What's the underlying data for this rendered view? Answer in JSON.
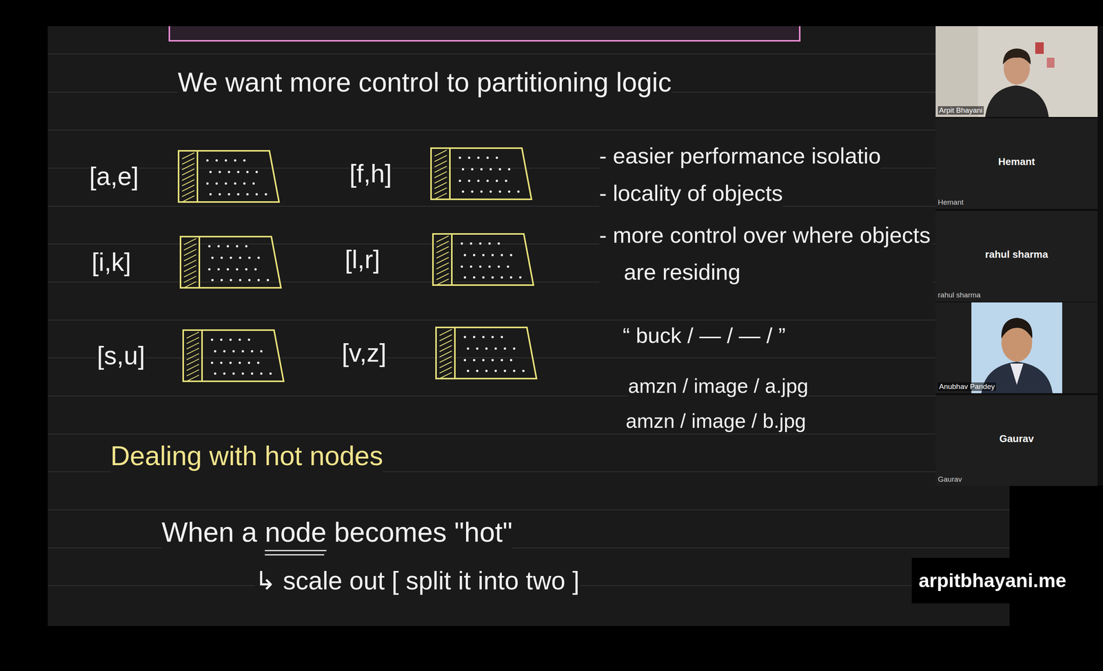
{
  "diagram": {
    "nodes": [
      {
        "text": [
          "[a,e]"
        ]
      },
      {
        "text": [
          "[f,h]"
        ]
      },
      {
        "text": [
          "[i,k]"
        ]
      },
      {
        "text": [
          "[l,r]"
        ]
      },
      {
        "text": [
          "[s,u]"
        ]
      },
      {
        "text": [
          "[v,z]"
        ]
      },
      {
        "text": [
          "Arpit Bhayani"
        ]
      },
      {
        "text": [
          "Hemant",
          "Hemant"
        ]
      },
      {
        "text": [
          "rahul sharma",
          "rahul sharma"
        ]
      },
      {
        "text": [
          "Anubhav Pandey"
        ]
      },
      {
        "text": [
          "Gaurav",
          "Gaurav"
        ]
      },
      {
        "text": [
          "arpitbhayani.me"
        ]
      }
    ],
    "labels": [
      "We want more control to partitioning logic",
      "- easier performance isolatio",
      "- locality of objects",
      "- more control over where objects are residing",
      "“ buck / — / — / ”",
      "amzn / image / a.jpg",
      "amzn / image / b.jpg",
      "Dealing with hot nodes",
      "When a node becomes \"hot\"",
      "↳ scale out [ split it into two ]"
    ]
  }
}
